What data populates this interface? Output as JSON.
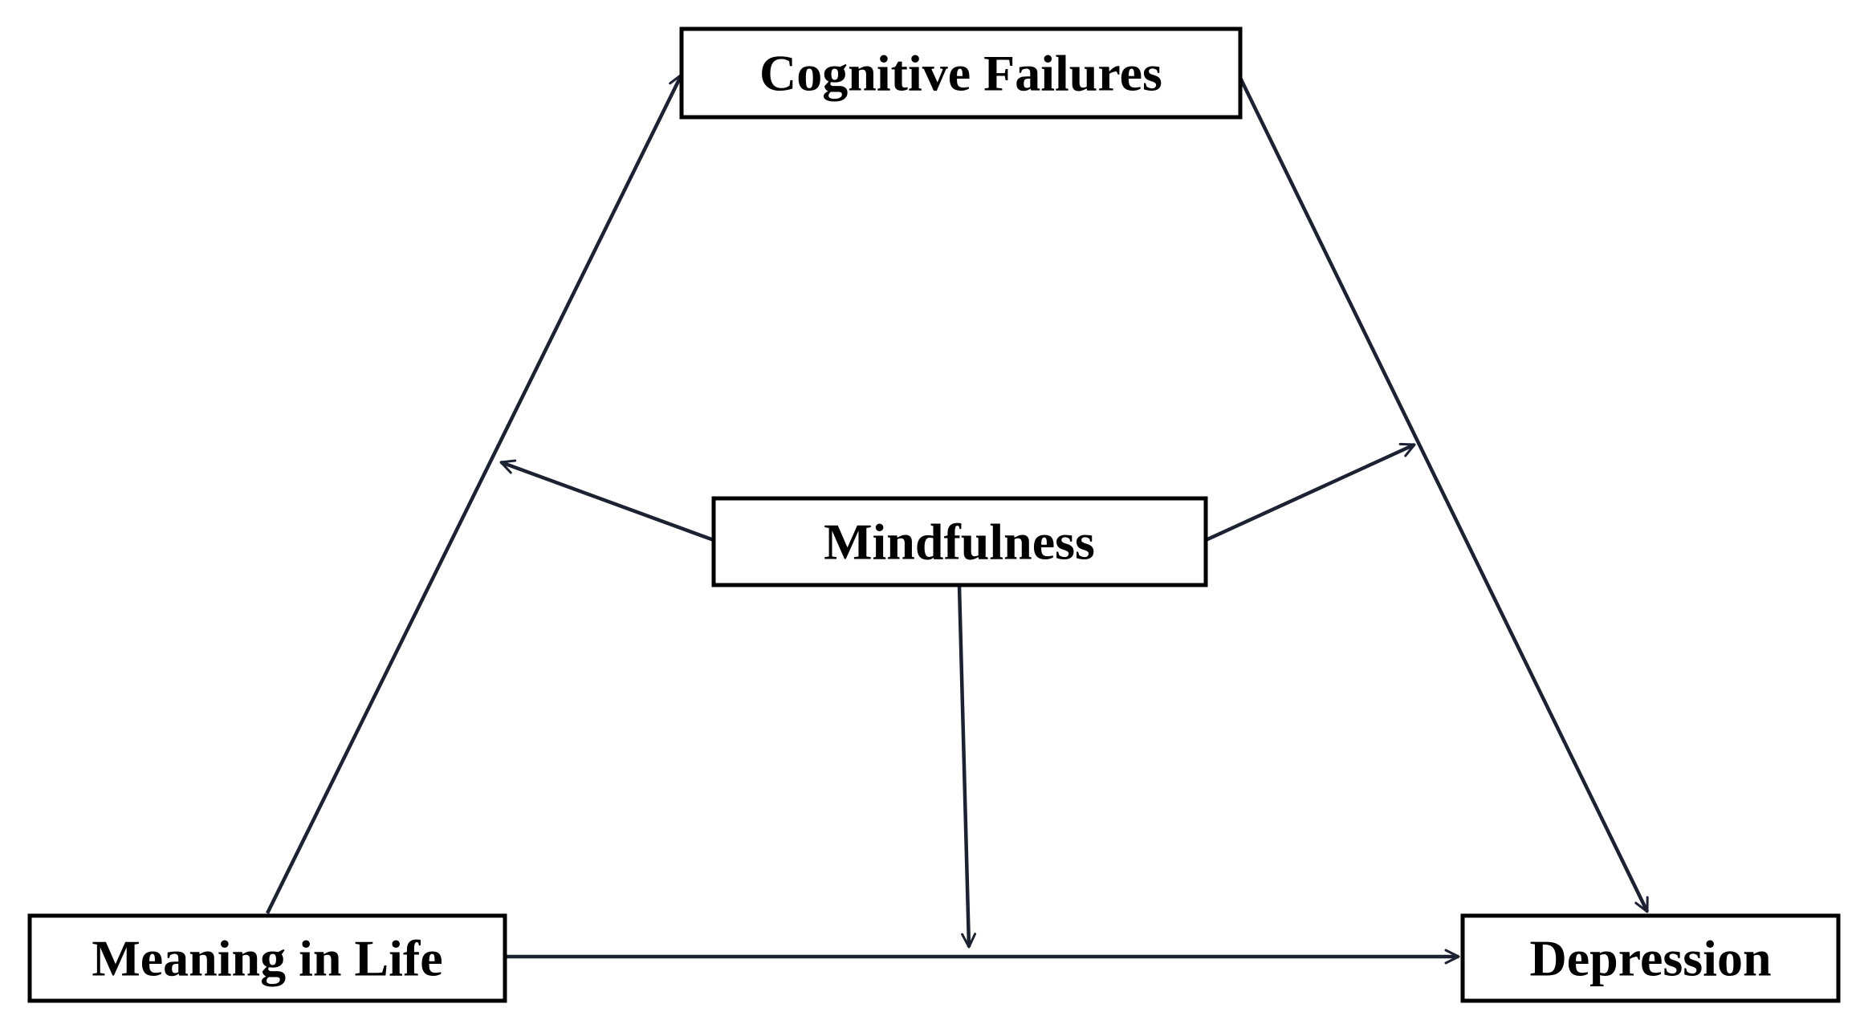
{
  "diagram": {
    "nodes": {
      "cognitive_failures": "Cognitive Failures",
      "mindfulness": "Mindfulness",
      "meaning_in_life": "Meaning in Life",
      "depression": "Depression"
    },
    "edges": [
      {
        "from": "meaning_in_life",
        "to": "cognitive_failures"
      },
      {
        "from": "cognitive_failures",
        "to": "depression"
      },
      {
        "from": "meaning_in_life",
        "to": "depression"
      },
      {
        "from": "mindfulness",
        "to": "path-meaning_in_life-cognitive_failures"
      },
      {
        "from": "mindfulness",
        "to": "path-cognitive_failures-depression"
      },
      {
        "from": "mindfulness",
        "to": "path-meaning_in_life-depression"
      }
    ],
    "colors": {
      "box_stroke": "#000000",
      "arrow": "#1d2233",
      "text": "#000000",
      "background": "#ffffff"
    }
  }
}
